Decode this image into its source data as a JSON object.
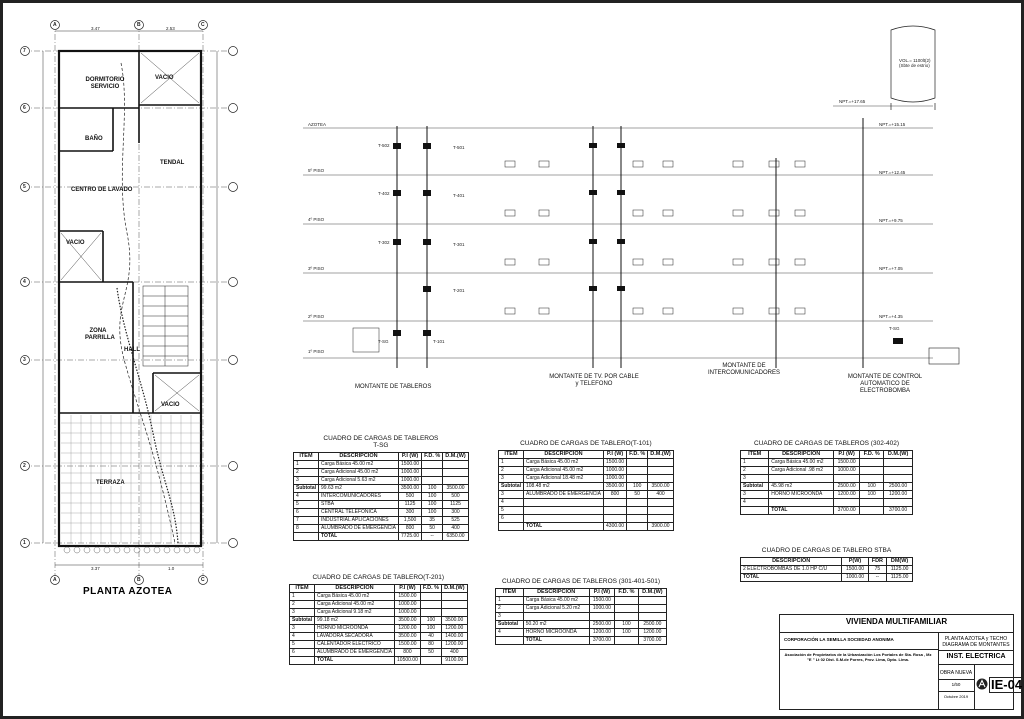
{
  "plan": {
    "title": "PLANTA AZOTEA",
    "col_labels": [
      "A",
      "B",
      "C"
    ],
    "row_labels": [
      "7",
      "6",
      "5",
      "4",
      "3",
      "2",
      "1"
    ],
    "bottom_col_labels": [
      "A",
      "B",
      "C"
    ],
    "top_dims": [
      "3.47",
      "2.53"
    ],
    "bottom_dims": [
      "3.37",
      "1.0"
    ],
    "rooms": [
      {
        "name": "DORMITORIO SERVICIO"
      },
      {
        "name": "VACIO"
      },
      {
        "name": "TENDAL"
      },
      {
        "name": "BAÑO"
      },
      {
        "name": "CENTRO DE LAVADO"
      },
      {
        "name": "VACIO"
      },
      {
        "name": "ZONA PARRILLA"
      },
      {
        "name": "HALL"
      },
      {
        "name": "VACIO"
      },
      {
        "name": "TERRAZA"
      }
    ]
  },
  "diagram": {
    "levels": [
      "AZOTEA",
      "5º PISO",
      "4º PISO",
      "3º PISO",
      "2º PISO",
      "1º PISO"
    ],
    "npt": [
      "NPT.=+17.65",
      "NPT.=+15.15",
      "NPT.=+12.45",
      "NPT.=+9.75",
      "NPT.=+7.05",
      "NPT.=+4.35"
    ],
    "tanque": "VOL.= 1100lt(2) (Sbte de estrio)",
    "boards_left": [
      "T-502",
      "T-501",
      "T-402",
      "T-401",
      "T-302",
      "T-301",
      "T-201",
      "T-SG",
      "T-101"
    ],
    "montante_tableros": "MONTANTE DE TABLEROS",
    "montante_tv": "MONTANTE DE TV. POR CABLE y TELEFONO",
    "montante_intercom": "MONTANTE DE INTERCOMUNICADORES",
    "montante_control": "MONTANTE DE CONTROL AUTOMATICO DE ELECTROBOMBA",
    "control_tsg": "T-SG"
  },
  "tables": {
    "tsg": {
      "title": "CUADRO DE CARGAS DE TABLEROS",
      "subtitle": "T-SG",
      "headers": [
        "ITEM",
        "DESCRIPCION",
        "P.I (W)",
        "F.D. %",
        "D.M.(W)"
      ],
      "rows": [
        [
          "1",
          "Carga Básica  45.00 m2",
          "1500.00",
          "",
          ""
        ],
        [
          "2",
          "Carga Adicional 45.00 m2",
          "1000.00",
          "",
          ""
        ],
        [
          "3",
          "Carga Adicional 5.63 m2",
          "1000.00",
          "",
          ""
        ],
        [
          "Subtotal",
          "99.63 m2",
          "3500.00",
          "100",
          "3500.00"
        ],
        [
          "4",
          "INTERCOMUNICADORES",
          "500",
          "100",
          "500"
        ],
        [
          "5",
          "STBA",
          "1125",
          "100",
          "1125"
        ],
        [
          "6",
          "CENTRAL TELEFONICA",
          "300",
          "100",
          "300"
        ],
        [
          "7",
          "INDUSTRIAL APLICACIONES",
          "1,500",
          "35",
          "525"
        ],
        [
          "8",
          "ALUMBRADO DE EMERGENCIA",
          "800",
          "50",
          "400"
        ],
        [
          "",
          "TOTAL",
          "7725.00",
          "--",
          "6350.00"
        ]
      ]
    },
    "t101": {
      "title": "CUADRO DE CARGAS DE TABLERO(T-101)",
      "headers": [
        "ITEM",
        "DESCRIPCION",
        "P.I (W)",
        "F.D. %",
        "D.M.(W)"
      ],
      "rows": [
        [
          "1",
          "Carga Básica  45.00 m2",
          "1500.00",
          "",
          ""
        ],
        [
          "2",
          "Carga Adicional 45.00 m2",
          "1000.00",
          "",
          ""
        ],
        [
          "3",
          "Carga Adicional 18.48 m2",
          "1000.00",
          "",
          ""
        ],
        [
          "Subtotal",
          "108.48 m2",
          "3500.00",
          "100",
          "3500.00"
        ],
        [
          "3",
          "ALUMBRADO DE EMERGENCIA",
          "800",
          "50",
          "400"
        ],
        [
          "4",
          "",
          "",
          "",
          ""
        ],
        [
          "5",
          "",
          "",
          "",
          ""
        ],
        [
          "6",
          "",
          "",
          "",
          ""
        ],
        [
          "",
          "TOTAL",
          "4300.00",
          "",
          "3900.00"
        ]
      ]
    },
    "t302": {
      "title": "CUADRO DE CARGAS DE TABLEROS (302-402)",
      "headers": [
        "ITEM",
        "DESCRIPCION",
        "P.I (W)",
        "F.D. %",
        "D.M.(W)"
      ],
      "rows": [
        [
          "1",
          "Carga Básica  45.00 m2",
          "1500.00",
          "",
          ""
        ],
        [
          "2",
          "Carga Adicional .98 m2",
          "1000.00",
          "",
          ""
        ],
        [
          "3",
          "",
          "",
          "",
          ""
        ],
        [
          "Subtotal",
          "45.98 m2",
          "2500.00",
          "100",
          "2500.00"
        ],
        [
          "3",
          "HORNO MICROONDA",
          "1200.00",
          "100",
          "1200.00"
        ],
        [
          "4",
          "",
          "",
          "",
          ""
        ],
        [
          "",
          "TOTAL",
          "3700.00",
          "",
          "3700.00"
        ]
      ]
    },
    "stba": {
      "title": "CUADRO DE CARGAS DE TABLERO  STBA",
      "headers": [
        "DESCRIPCION",
        "P(W)",
        "FDR",
        "DM(W)"
      ],
      "rows": [
        [
          "2 ELECTROBOMBAS DE 1.0 HP  C/U",
          "1500.00",
          "75",
          "1125.00"
        ],
        [
          "TOTAL",
          "1000.00",
          "--",
          "1125.00"
        ]
      ]
    },
    "t201": {
      "title": "CUADRO DE CARGAS DE TABLERO(T-201)",
      "headers": [
        "ITEM",
        "DESCRIPCION",
        "P.I (W)",
        "F.D. %",
        "D.M.(W)"
      ],
      "rows": [
        [
          "1",
          "Carga Básica  45.00 m2",
          "1500.00",
          "",
          ""
        ],
        [
          "2",
          "Carga Adicional 45.00 m2",
          "1000.00",
          "",
          ""
        ],
        [
          "3",
          "Carga Adicional 9.18 m2",
          "1000.00",
          "",
          ""
        ],
        [
          "Subtotal",
          "99.18 m2",
          "3500.00",
          "100",
          "3500.00"
        ],
        [
          "3",
          "HORNO MICROONDA",
          "1200.00",
          "100",
          "1200.00"
        ],
        [
          "4",
          "LAVADORA SECADORA",
          "3500.00",
          "40",
          "1400.00"
        ],
        [
          "5",
          "CALENTADOR ELECTRICO",
          "1500.00",
          "80",
          "1200.00"
        ],
        [
          "6",
          "ALUMBRADO DE EMERGENCIA",
          "800",
          "50",
          "400"
        ],
        [
          "",
          "TOTAL",
          "10500.00",
          "",
          "9100.00"
        ]
      ]
    },
    "t301": {
      "title": "CUADRO DE CARGAS DE TABLEROS (301-401-501)",
      "headers": [
        "ITEM",
        "DESCRIPCION",
        "P.I (W)",
        "F.D. %",
        "D.M.(W)"
      ],
      "rows": [
        [
          "1",
          "Carga Básica  45.00 m2",
          "1500.00",
          "",
          ""
        ],
        [
          "2",
          "Carga Adicional 5.20 m2",
          "1000.00",
          "",
          ""
        ],
        [
          "3",
          "",
          "",
          "",
          ""
        ],
        [
          "Subtotal",
          "50.20 m2",
          "2500.00",
          "100",
          "2500.00"
        ],
        [
          "4",
          "HORNO MICROONDA",
          "1200.00",
          "100",
          "1200.00"
        ],
        [
          "",
          "TOTAL",
          "3700.00",
          "",
          "3700.00"
        ]
      ]
    }
  },
  "title_block": {
    "proyecto": "VIVIENDA MULTIFAMILIAR",
    "propietario": "CORPORACIÓN LA SEMILLA SOCIEDAD ANONIMA",
    "ubicacion": "Asociación de Propietarios de la Urbanización Los Portales de Sta. Rosa , Mz \"E \" Lt 02 Dist. S.M.de Porres, Prov. Lima, Dpto. Lima.",
    "plano": "PLANTA AZOTEA y TECHO DIAGRAMA DE MONTANTES",
    "especialidad": "INST. ELECTRICA",
    "tipo": "OBRA NUEVA",
    "escala": "1/50",
    "fecha": "Octubre 2019",
    "lamina": "IE-04"
  }
}
